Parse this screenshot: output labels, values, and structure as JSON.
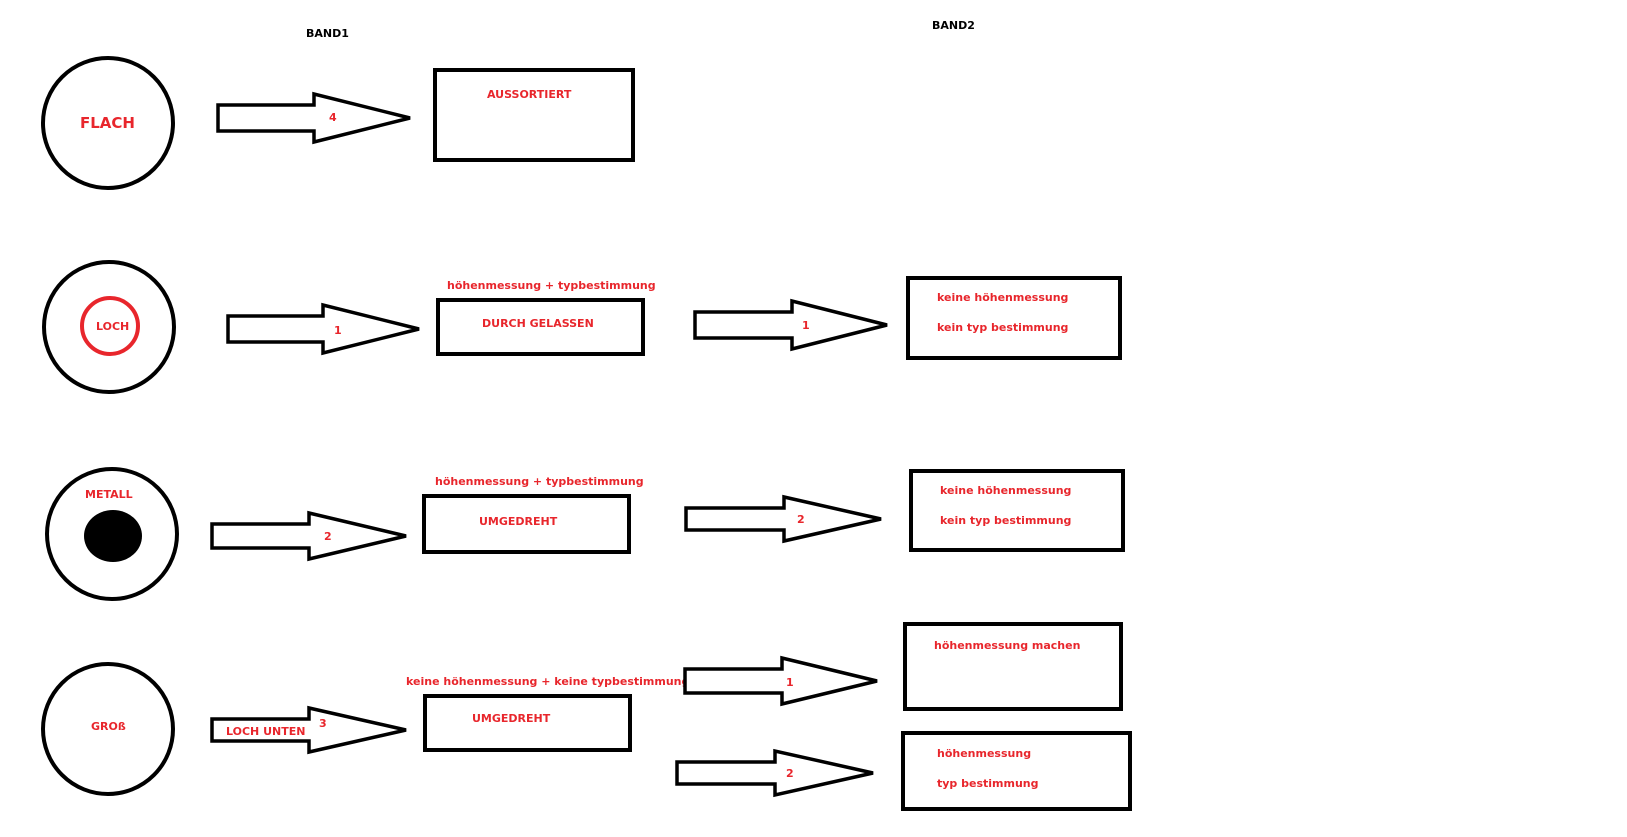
{
  "colors": {
    "label": "#e8262c",
    "stroke": "#000000",
    "background": "#ffffff"
  },
  "headers": {
    "band1": "BAND1",
    "band2": "BAND2"
  },
  "rows": [
    {
      "circle_label": "FLACH",
      "arrow1_label": "4",
      "box1": {
        "caption": "",
        "text": "AUSSORTIERT"
      }
    },
    {
      "circle_label": "LOCH",
      "arrow1_label": "1",
      "box1": {
        "caption": "höhenmessung + typbestimmung",
        "text": "DURCH GELASSEN"
      },
      "arrow2_label": "1",
      "box2": {
        "line1": "keine höhenmessung",
        "line2": "kein typ bestimmung"
      }
    },
    {
      "circle_label": "METALL",
      "arrow1_label": "2",
      "box1": {
        "caption": "höhenmessung + typbestimmung",
        "text": "UMGEDREHT"
      },
      "arrow2_label": "2",
      "box2": {
        "line1": "keine höhenmessung",
        "line2": "kein typ bestimmung"
      }
    },
    {
      "circle_label": "GROß",
      "arrow1_label": "3",
      "arrow1_prefix": "LOCH UNTEN",
      "box1": {
        "caption": "keine höhenmessung + keine typbestimmung",
        "text": "UMGEDREHT"
      },
      "arrow2a_label": "1",
      "box2a": {
        "line1": "höhenmessung machen"
      },
      "arrow2b_label": "2",
      "box2b": {
        "line1": "höhenmessung",
        "line2": "typ bestimmung"
      }
    }
  ]
}
